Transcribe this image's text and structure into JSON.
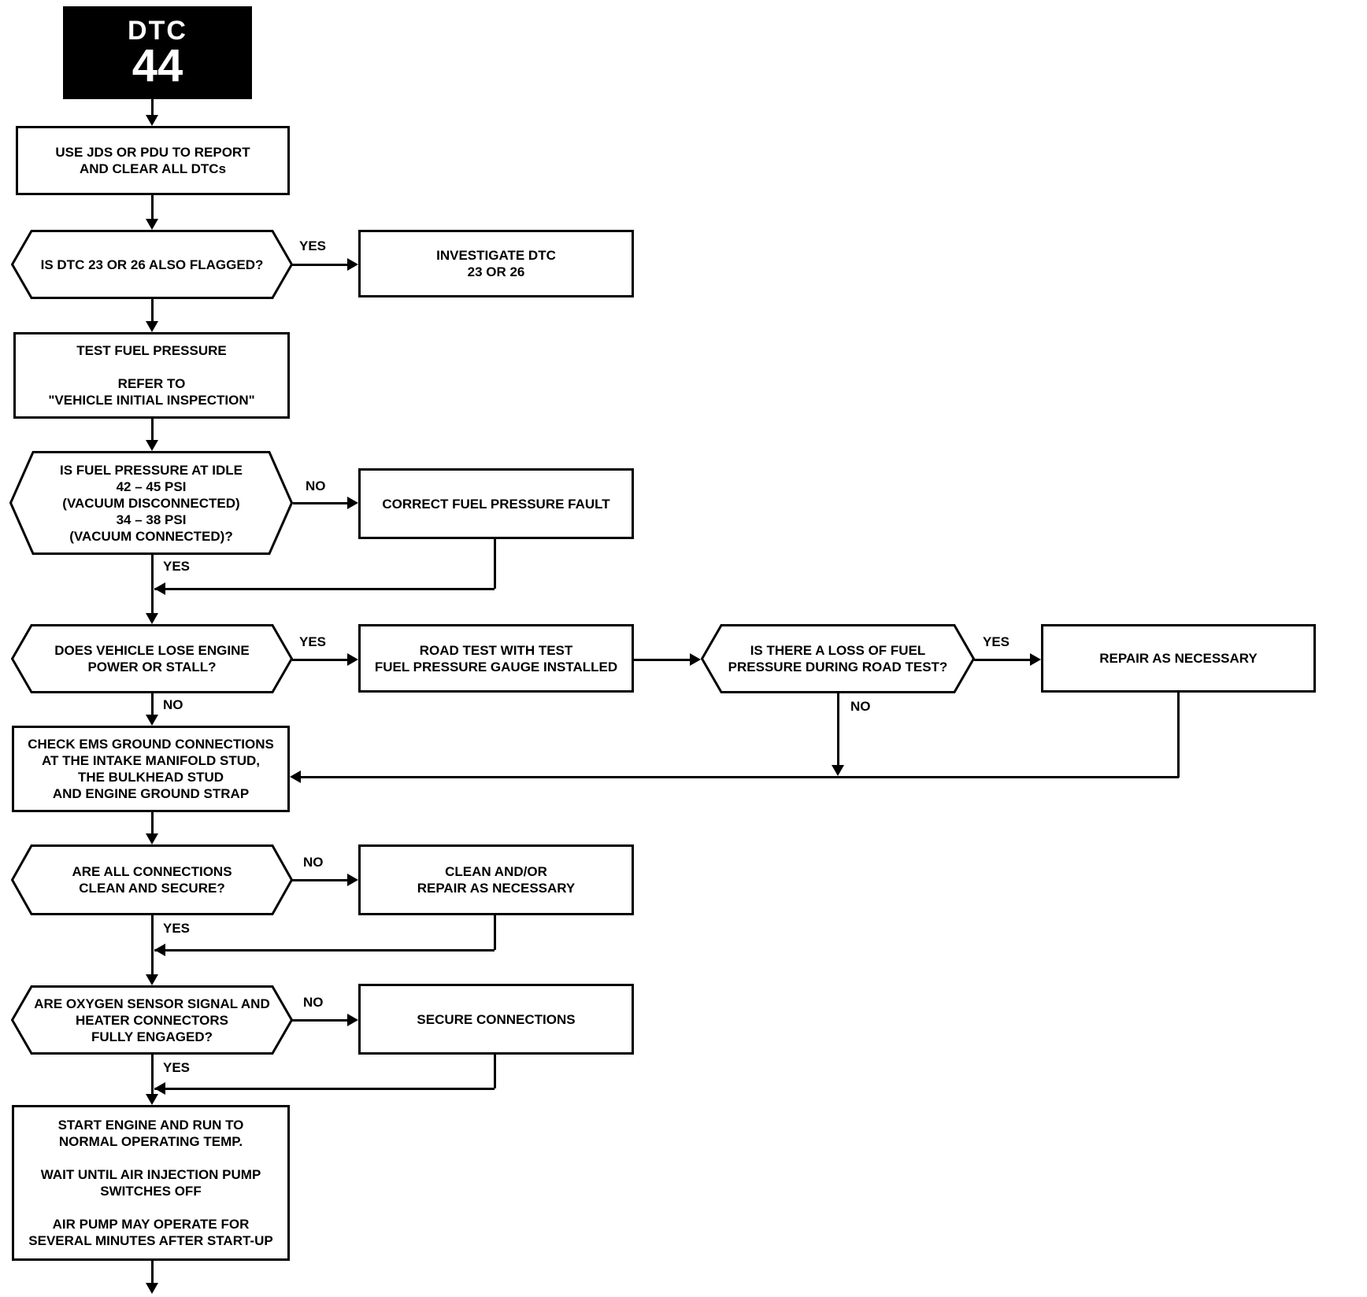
{
  "page": {
    "background": "#ffffff",
    "ink": "#000000"
  },
  "badge": {
    "title": "DTC",
    "code": "44"
  },
  "labels": {
    "yes": "YES",
    "no": "NO"
  },
  "nodes": {
    "report_clear": {
      "type": "process",
      "lines": [
        "USE JDS OR PDU TO REPORT",
        "AND CLEAR ALL DTCs"
      ]
    },
    "dtc23_flagged": {
      "type": "decision",
      "lines": [
        "IS DTC 23 OR 26 ALSO FLAGGED?"
      ]
    },
    "investigate_dtc": {
      "type": "process",
      "lines": [
        "INVESTIGATE DTC",
        "23 OR 26"
      ]
    },
    "test_fuel_pressure": {
      "type": "process",
      "lines": [
        "TEST FUEL PRESSURE",
        "",
        "REFER TO",
        "\"VEHICLE INITIAL INSPECTION\""
      ]
    },
    "fuel_pressure_in_range": {
      "type": "decision",
      "lines": [
        "IS FUEL PRESSURE AT IDLE",
        "42 – 45 PSI",
        "(VACUUM DISCONNECTED)",
        "34 – 38 PSI",
        "(VACUUM CONNECTED)?"
      ]
    },
    "correct_fuel_pressure": {
      "type": "process",
      "lines": [
        "CORRECT FUEL PRESSURE FAULT"
      ]
    },
    "lose_power_or_stall": {
      "type": "decision",
      "lines": [
        "DOES VEHICLE LOSE ENGINE",
        "POWER OR STALL?"
      ]
    },
    "road_test": {
      "type": "process",
      "lines": [
        "ROAD TEST WITH TEST",
        "FUEL PRESSURE GAUGE INSTALLED"
      ]
    },
    "loss_during_road_test": {
      "type": "decision",
      "lines": [
        "IS THERE A LOSS OF FUEL",
        "PRESSURE DURING ROAD TEST?"
      ]
    },
    "repair_as_necessary": {
      "type": "process",
      "lines": [
        "REPAIR AS NECESSARY"
      ]
    },
    "check_ems_grounds": {
      "type": "process",
      "lines": [
        "CHECK EMS GROUND CONNECTIONS",
        "AT THE INTAKE MANIFOLD STUD,",
        "THE BULKHEAD STUD",
        "AND ENGINE GROUND STRAP"
      ]
    },
    "connections_clean": {
      "type": "decision",
      "lines": [
        "ARE ALL CONNECTIONS",
        "CLEAN AND SECURE?"
      ]
    },
    "clean_or_repair": {
      "type": "process",
      "lines": [
        "CLEAN AND/OR",
        "REPAIR AS NECESSARY"
      ]
    },
    "o2_connectors_engaged": {
      "type": "decision",
      "lines": [
        "ARE OXYGEN SENSOR SIGNAL AND",
        "HEATER CONNECTORS",
        "FULLY ENGAGED?"
      ]
    },
    "secure_connections": {
      "type": "process",
      "lines": [
        "SECURE CONNECTIONS"
      ]
    },
    "start_engine": {
      "type": "process",
      "lines": [
        "START ENGINE AND RUN TO",
        "NORMAL OPERATING TEMP.",
        "",
        "WAIT UNTIL AIR INJECTION PUMP",
        "SWITCHES OFF",
        "",
        "AIR PUMP MAY OPERATE FOR",
        "SEVERAL MINUTES AFTER START-UP"
      ]
    }
  }
}
